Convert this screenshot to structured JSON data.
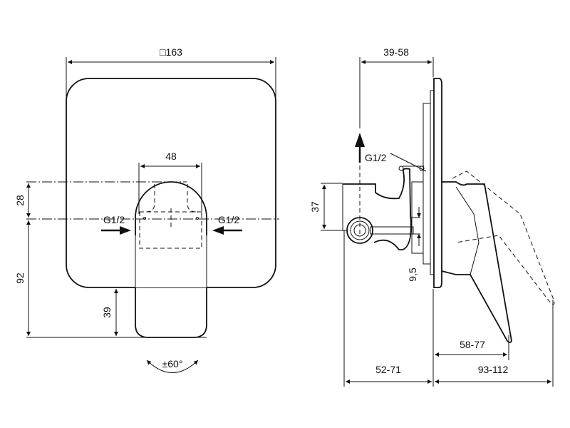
{
  "front_view": {
    "width_dim": "□163",
    "handle_width_dim": "48",
    "upper_offset_dim": "28",
    "total_height_dim": "92",
    "bottom_dim": "39",
    "inlet_left": "G1/2",
    "inlet_right": "G1/2",
    "rotation": "±60°"
  },
  "side_view": {
    "top_depth_dim": "39-58",
    "outlet": "G1/2",
    "body_height_dim": "37",
    "offset_dim": "9,5",
    "lever_depth_dim": "58-77",
    "body_depth_dim": "52-71",
    "total_depth_dim": "93-112"
  }
}
